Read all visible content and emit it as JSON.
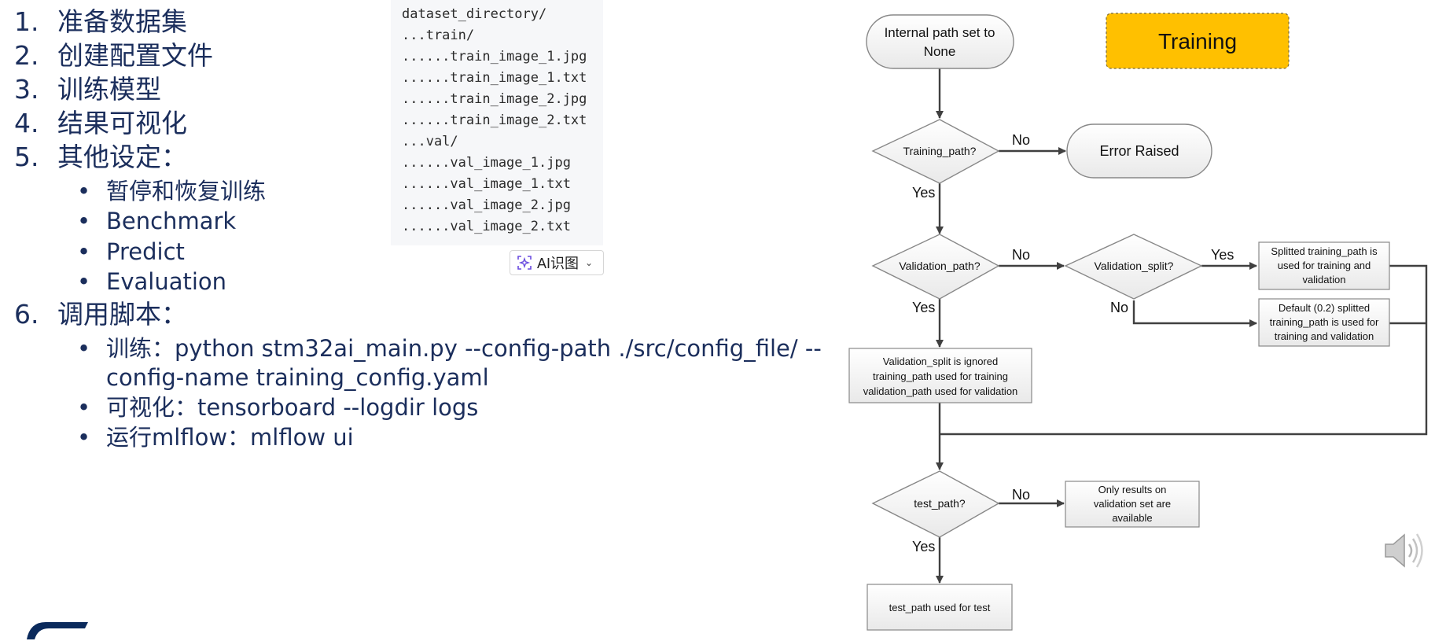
{
  "steps": [
    {
      "num": "1.",
      "label": "准备数据集"
    },
    {
      "num": "2.",
      "label": "创建配置文件"
    },
    {
      "num": "3.",
      "label": "训练模型"
    },
    {
      "num": "4.",
      "label": "结果可视化"
    },
    {
      "num": "5.",
      "label": "其他设定："
    },
    {
      "num": "6.",
      "label": "调用脚本："
    }
  ],
  "other_settings": [
    "暂停和恢复训练",
    "Benchmark",
    "Predict",
    "Evaluation"
  ],
  "scripts": {
    "train_line1": "训练：python stm32ai_main.py --config-path ./src/config_file/ --",
    "train_line2": "config-name training_config.yaml",
    "visualize": "可视化：tensorboard --logdir logs",
    "mlflow": "运行mlflow：mlflow ui"
  },
  "bullet": "•",
  "dataset_tree": [
    "dataset_directory/",
    "...train/",
    "......train_image_1.jpg",
    "......train_image_1.txt",
    "......train_image_2.jpg",
    "......train_image_2.txt",
    "...val/",
    "......val_image_1.jpg",
    "......val_image_1.txt",
    "......val_image_2.jpg",
    "......val_image_2.txt"
  ],
  "ai_button": {
    "label": "AI识图",
    "icon": "ai-sparkle-icon"
  },
  "flowchart": {
    "badge": "Training",
    "badge_color": "#ffc000",
    "start": [
      "Internal path set to",
      "None"
    ],
    "training_path_q": "Training_path?",
    "error": "Error Raised",
    "validation_path_q": "Validation_path?",
    "validation_split_q": "Validation_split?",
    "splitted": [
      "Splitted training_path is",
      "used for training and",
      "validation"
    ],
    "default_split": [
      "Default (0.2) splitted",
      "training_path is used for",
      "training and validation"
    ],
    "split_ignored": [
      "Validation_split is ignored",
      "training_path used for training",
      "validation_path used for validation"
    ],
    "test_path_q": "test_path?",
    "only_results": [
      "Only results on",
      "validation set are",
      "available"
    ],
    "test_used": "test_path used for test",
    "yes": "Yes",
    "no": "No"
  },
  "speaker_icon": "speaker-icon"
}
